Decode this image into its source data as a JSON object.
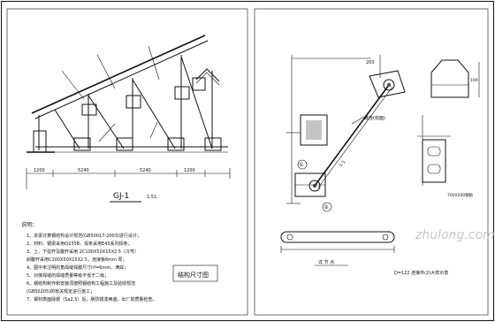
{
  "left_panel": {
    "truss_label": "GJ-1",
    "truss_scale": "1:51",
    "notes_heading": "说明：",
    "notes": [
      "1、本梁计算钢结构设计规范(GB50017-2003)进行设计；",
      "2、材料：钢梁采用Q235B，焊条采用E43系列焊条；",
      "3、上、下弦杆及腹杆采用 2C100X50X15X2.5（冷弯）",
      "   斜腹杆采用C100X50X15X2.5，连接板6mm 厚；",
      "4、图中未注明的角焊缝焊脚尺寸hf=6mm，满焊；",
      "5、对接焊缝的焊缝质量等级不低于二级；",
      "6、钢结构制作和安装须按照钢结构工程施工及验收规范",
      "   (GB50205)的有关规定进行施工；",
      "7、钢材表面除锈（Sa2.5）后，刷防锈漆两遍，出厂前质量检查。"
    ],
    "stamp_text": "结构尺寸图",
    "dims_bottom": [
      "1200",
      "5240",
      "5240",
      "1200"
    ]
  },
  "right_panel": {
    "detail_note": "详 节 点",
    "section_label": "1-1",
    "callouts": [
      "①",
      "②"
    ],
    "side_note": "700X200钢板",
    "bottom_label": "D=122 连接件(2)大样示意",
    "leader_label": "螺栓(双面)",
    "dim_top": "200",
    "dim_right": "100"
  },
  "watermark": "zhulong.com",
  "colors": {
    "ink": "#111111",
    "paper": "#ffffff",
    "watermark": "#c8c8c8"
  }
}
